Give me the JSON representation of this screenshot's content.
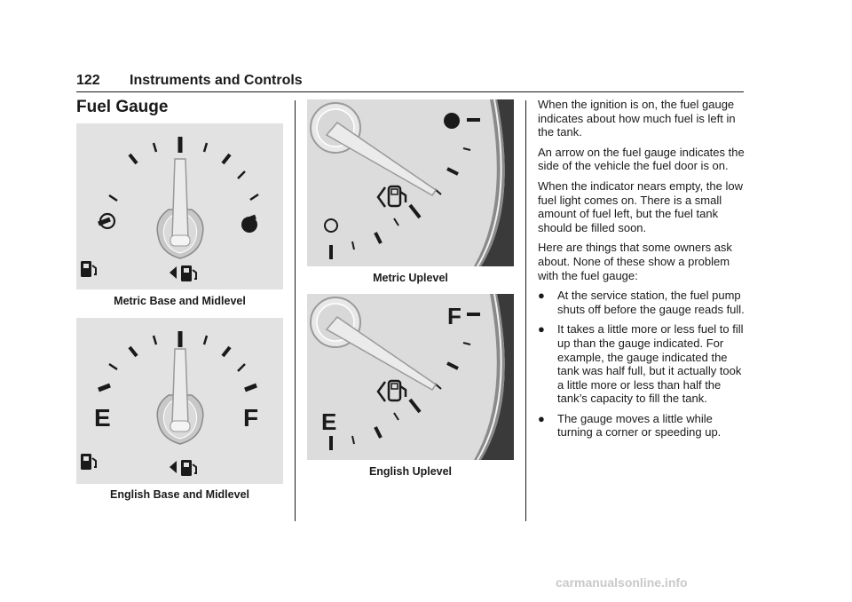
{
  "header": {
    "page_number": "122",
    "section": "Instruments and Controls"
  },
  "section_title": "Fuel Gauge",
  "figures": {
    "metric_base": {
      "caption": "Metric Base and Midlevel"
    },
    "english_base": {
      "caption": "English Base and Midlevel",
      "empty_label": "E",
      "full_label": "F"
    },
    "metric_uplevel": {
      "caption": "Metric Uplevel"
    },
    "english_uplevel": {
      "caption": "English Uplevel",
      "empty_label": "E",
      "full_label": "F"
    }
  },
  "body": {
    "paragraphs": [
      "When the ignition is on, the fuel gauge indicates about how much fuel is left in the tank.",
      "An arrow on the fuel gauge indicates the side of the vehicle the fuel door is on.",
      "When the indicator nears empty, the low fuel light comes on. There is a small amount of fuel left, but the fuel tank should be filled soon.",
      "Here are things that some owners ask about. None of these show a problem with the fuel gauge:"
    ],
    "bullets": [
      {
        "mark": "●",
        "text": "At the service station, the fuel pump shuts off before the gauge reads full."
      },
      {
        "mark": "●",
        "text": "It takes a little more or less fuel to fill up than the gauge indicated. For example, the gauge indicated the tank was half full, but it actually took a little more or less than half the tank’s capacity to fill the tank."
      },
      {
        "mark": "●",
        "text": "The gauge moves a little while turning a corner or speeding up."
      }
    ]
  },
  "watermark": "carmanualsonline.info"
}
